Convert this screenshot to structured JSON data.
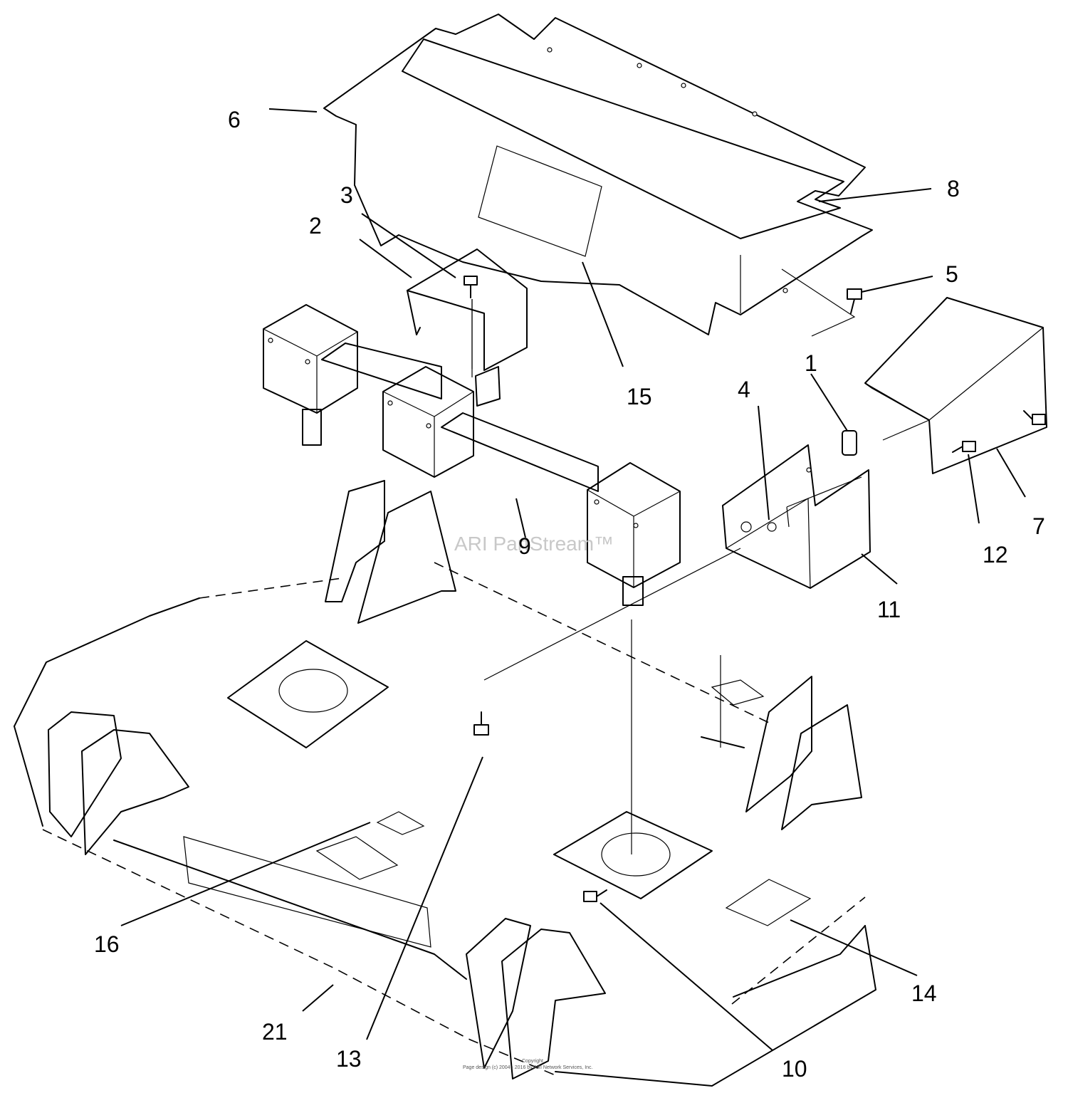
{
  "watermark": "ARI PartStream™",
  "copyright_line1": "Copyright",
  "copyright_line2": "Page design (c) 2004 - 2016 by ARI Network Services, Inc.",
  "callouts": [
    "1",
    "2",
    "3",
    "4",
    "5",
    "6",
    "7",
    "8",
    "9",
    "10",
    "11",
    "12",
    "13",
    "14",
    "15",
    "16",
    "21"
  ]
}
